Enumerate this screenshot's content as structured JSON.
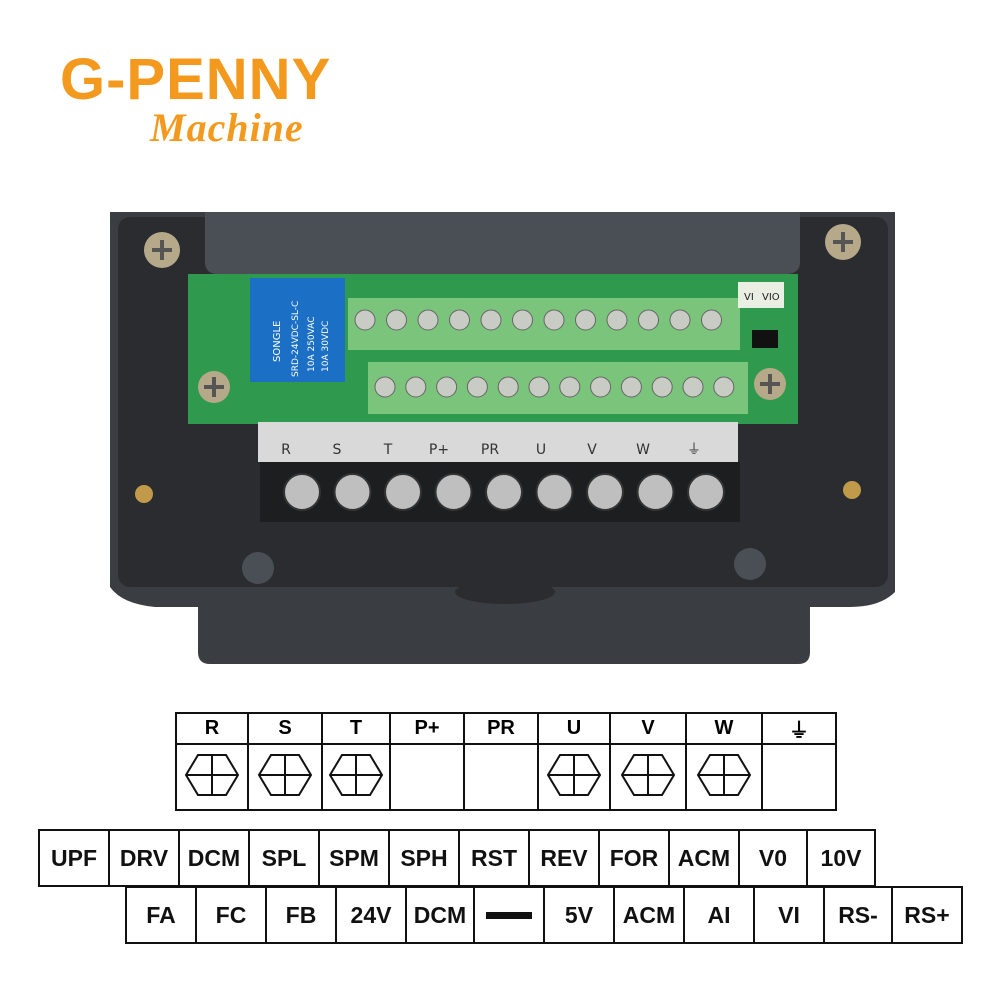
{
  "logo": {
    "brand": "G-PENNY",
    "tagline": "Machine"
  },
  "photo": {
    "relay_text": [
      "SONGLE",
      "SRD-24VDC-SL-C",
      "10A 250VAC",
      "10A 30VDC"
    ],
    "jumper_labels": [
      "VI",
      "VIO"
    ],
    "terminal_strip": [
      "R",
      "S",
      "T",
      "P+",
      "PR",
      "U",
      "V",
      "W",
      "⏚"
    ]
  },
  "power_table": {
    "headers": [
      "R",
      "S",
      "T",
      "P+",
      "PR",
      "U",
      "V",
      "W",
      "⏚"
    ],
    "symbols": [
      "terminal",
      "terminal",
      "terminal",
      "empty",
      "empty",
      "terminal",
      "terminal",
      "terminal",
      "empty"
    ]
  },
  "control_row1": [
    "UPF",
    "DRV",
    "DCM",
    "SPL",
    "SPM",
    "SPH",
    "RST",
    "REV",
    "FOR",
    "ACM",
    "V0",
    "10V"
  ],
  "control_row2": [
    "FA",
    "FC",
    "FB",
    "24V",
    "DCM",
    "",
    "5V",
    "ACM",
    "AI",
    "VI",
    "RS-",
    "RS+"
  ],
  "colors": {
    "brand": "#f39a1e",
    "pcb": "#2f9a4e",
    "terminal_block": "#7bc47b",
    "relay": "#1b6fc4",
    "housing": "#3a3d42"
  }
}
